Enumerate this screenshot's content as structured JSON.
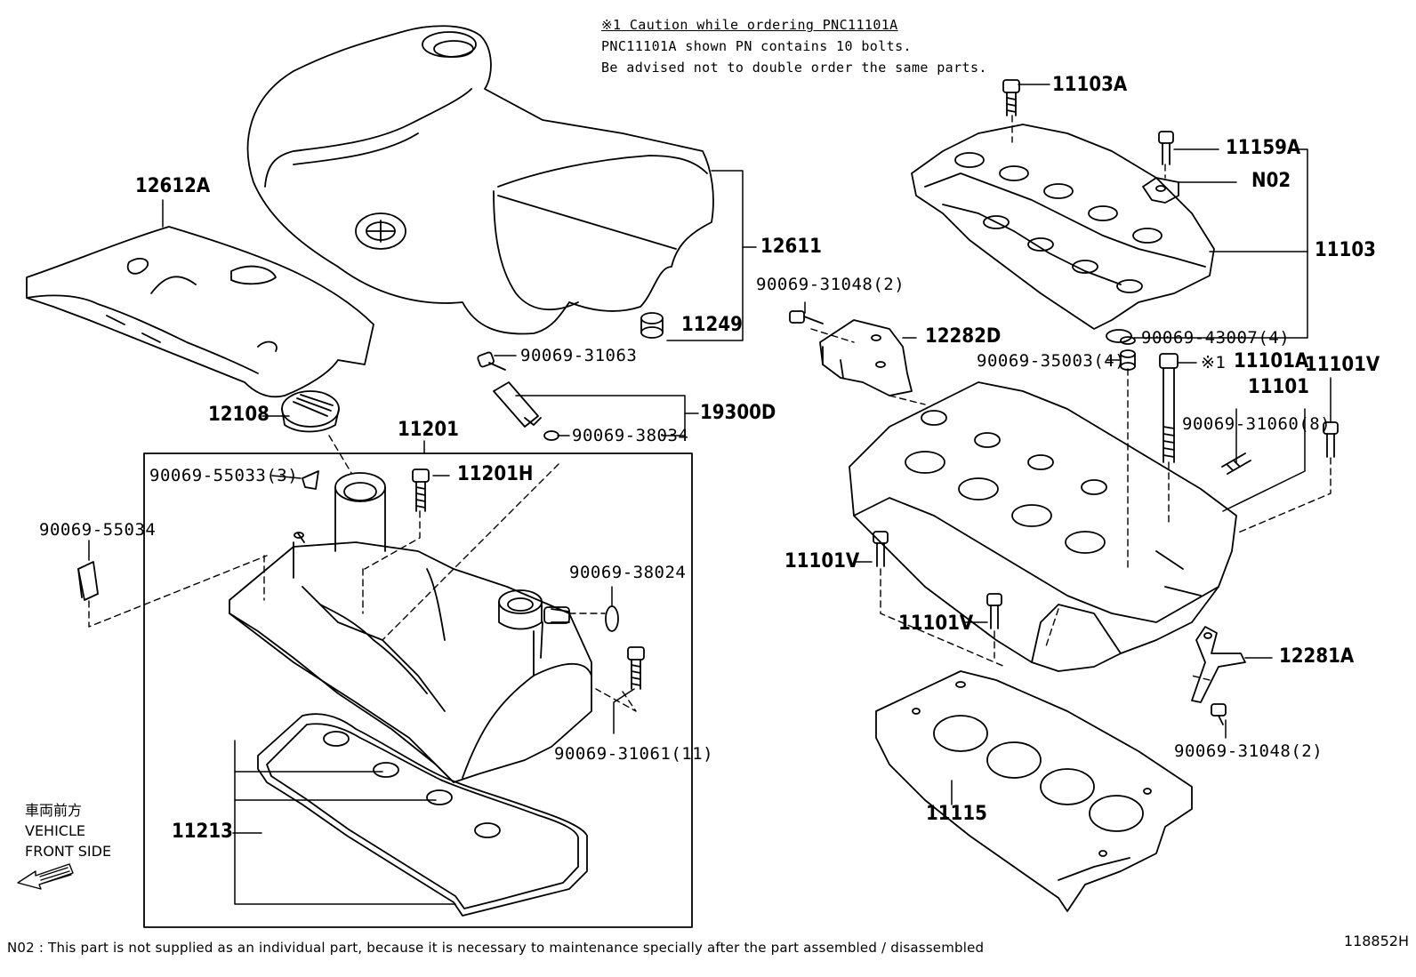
{
  "caution": {
    "title": "※1 Caution while ordering PNC11101A",
    "line1": "PNC11101A shown PN contains 10 bolts.",
    "line2": "Be advised not to double order the same parts."
  },
  "labels": {
    "p12612A": "12612A",
    "p12611": "12611",
    "p11249": "11249",
    "p12108": "12108",
    "p11201": "11201",
    "p90069_31063": "90069-31063",
    "p19300D": "19300D",
    "p90069_38034": "90069-38034",
    "p90069_55033": "90069-55033(3)",
    "p11201H": "11201H",
    "p90069_55034": "90069-55034",
    "p90069_38024": "90069-38024",
    "p90069_31061": "90069-31061(11)",
    "p11213": "11213",
    "p11103A": "11103A",
    "p11159A": "11159A",
    "pN02": "N02",
    "p11103": "11103",
    "p90069_31048a": "90069-31048(2)",
    "p12282D": "12282D",
    "p90069_43007": "90069-43007(4)",
    "p90069_35003": "90069-35003(4)",
    "p11101A_mark": "※1",
    "p11101A": "11101A",
    "p11101V_top": "11101V",
    "p11101": "11101",
    "p90069_31060": "90069-31060(8)",
    "p11101V_mid": "11101V",
    "p11101V_low": "11101V",
    "p12281A": "12281A",
    "p90069_31048b": "90069-31048(2)",
    "p11115": "11115"
  },
  "front": {
    "jp": "車両前方",
    "line1": "VEHICLE",
    "line2": "FRONT SIDE"
  },
  "footnote": "N02 : This part is not supplied as an individual part, because it is necessary to maintenance specially after the part assembled / disassembled",
  "diagram_code": "118852H"
}
